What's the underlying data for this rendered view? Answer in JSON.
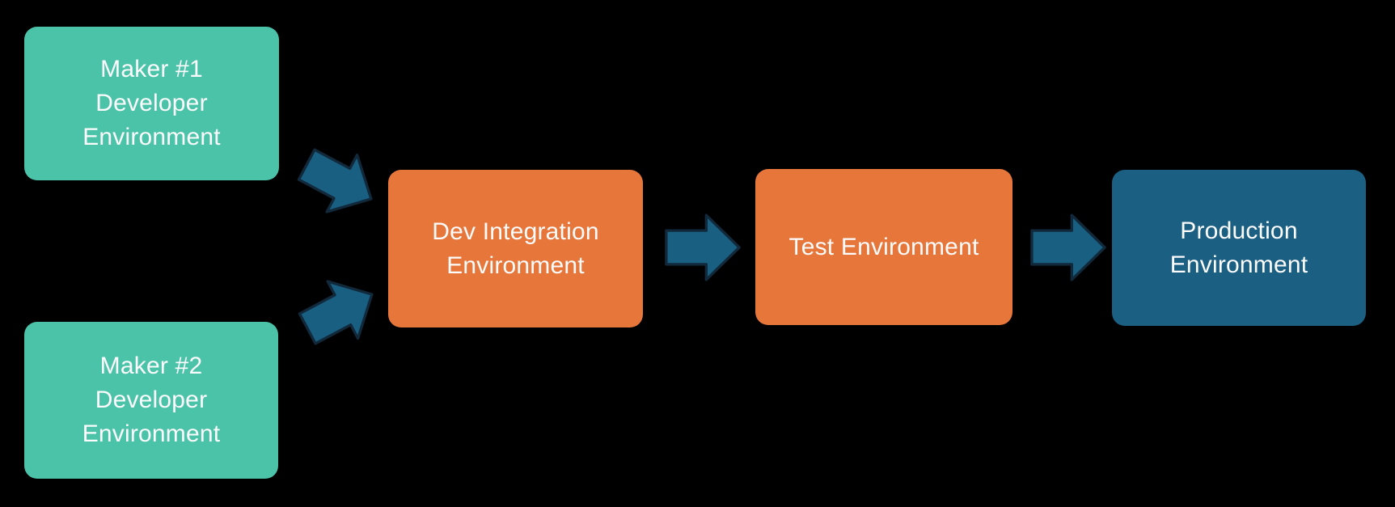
{
  "canvas": {
    "background": "#000000",
    "description": "Environment promotion flow diagram"
  },
  "colors": {
    "maker_box": "#4BC3A9",
    "dev_box": "#E6763A",
    "prod_box": "#1B5F82",
    "arrow_fill": "#185F82",
    "arrow_outline": "#11293A",
    "text": "#FCFCFC"
  },
  "nodes": {
    "maker1": {
      "lines": [
        "Maker #1",
        "Developer",
        "Environment"
      ]
    },
    "maker2": {
      "lines": [
        "Maker #2",
        "Developer",
        "Environment"
      ]
    },
    "dev_integration": {
      "lines": [
        "Dev Integration",
        "Environment"
      ]
    },
    "test": {
      "lines": [
        "Test Environment"
      ]
    },
    "production": {
      "lines": [
        "Production",
        "Environment"
      ]
    }
  },
  "arrows": [
    {
      "from": "maker1",
      "to": "dev_integration",
      "direction": "down-right"
    },
    {
      "from": "maker2",
      "to": "dev_integration",
      "direction": "up-right"
    },
    {
      "from": "dev_integration",
      "to": "test",
      "direction": "right"
    },
    {
      "from": "test",
      "to": "production",
      "direction": "right"
    }
  ]
}
